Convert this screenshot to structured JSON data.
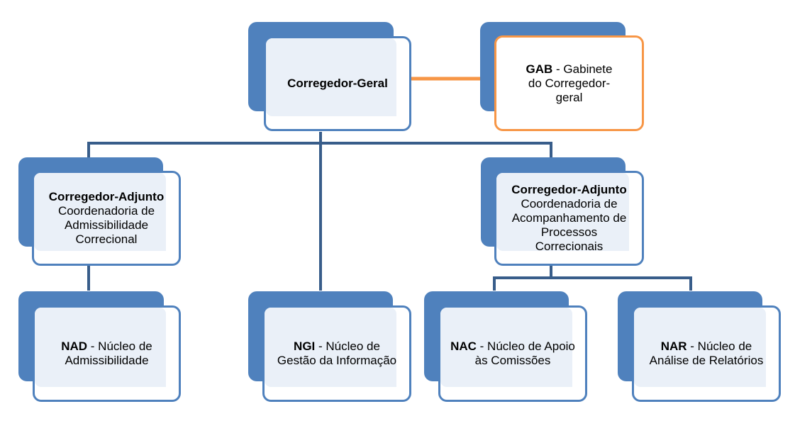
{
  "nodes": {
    "corregedor_geral": {
      "title": "Corregedor-Geral"
    },
    "gab": {
      "code": "GAB",
      "desc": " - Gabinete do Corregedor-geral"
    },
    "adjunto_left": {
      "title": "Corregedor-Adjunto",
      "lines": [
        "Coordenadoria de",
        "Admissibilidade",
        "Correcional"
      ]
    },
    "adjunto_right": {
      "title": "Corregedor-Adjunto",
      "lines": [
        "Coordenadoria de",
        "Acompanhamento de",
        "Processos",
        "Correcionais"
      ]
    },
    "nad": {
      "code": "NAD",
      "desc": " - Núcleo de",
      "line2": "Admissibilidade"
    },
    "ngi": {
      "code": "NGI",
      "desc": " - Núcleo de",
      "line2": "Gestão da Informação"
    },
    "nac": {
      "code": "NAC",
      "desc": " - Núcleo de Apoio",
      "line2": "às Comissões"
    },
    "nar": {
      "code": "NAR",
      "desc": " - Núcleo de",
      "line2": "Análise de Relatórios"
    }
  },
  "colors": {
    "primary": "#4f81bd",
    "connector": "#385d8a",
    "accent": "#f79646",
    "fill": "#eaf0f8"
  }
}
